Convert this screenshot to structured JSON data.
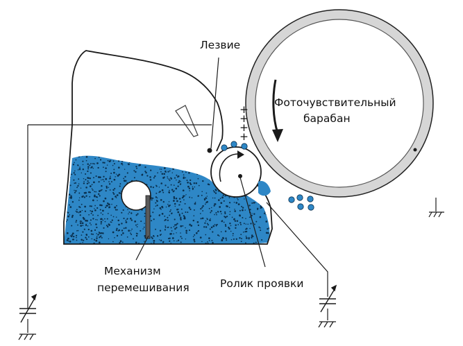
{
  "labels": {
    "blade": "Лезвие",
    "drum_line1": "Фоточувствительный",
    "drum_line2": "барабан",
    "mixer_line1": "Механизм",
    "mixer_line2": "перемешивания",
    "roller": "Ролик проявки"
  },
  "charge_signs": [
    "+",
    "+",
    "+",
    "+"
  ],
  "colors": {
    "toner": "#2e87c6",
    "toner_dots": "#0a2f4d",
    "line": "#1a1a1a",
    "drum_fill": "#d6d6d6"
  }
}
